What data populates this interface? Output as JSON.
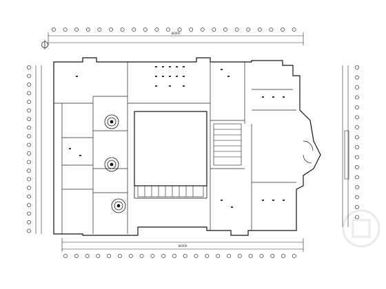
{
  "drawing": {
    "type": "architectural electrical floor plan",
    "line_color": "#1a1a1a",
    "fill_color": "#ffffff",
    "icons": [
      "north-arrow",
      "axis-bubble",
      "round-fan-symbol",
      "stair-symbol",
      "door-swing-symbol"
    ]
  },
  "dimensions": {
    "top_overall": "84000",
    "bottom_overall": "84000"
  },
  "axes": {
    "left_count": 20,
    "right_count": 16,
    "top_count": 22,
    "bottom_count": 22
  },
  "watermark": {
    "text": "",
    "opacity_fraction": 0.08
  }
}
